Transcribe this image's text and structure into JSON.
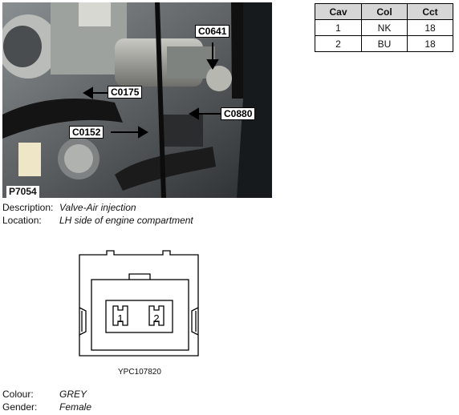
{
  "photo": {
    "id_label": "P7054",
    "callouts": [
      {
        "key": "c0641",
        "label": "C0641"
      },
      {
        "key": "c0175",
        "label": "C0175"
      },
      {
        "key": "c0880",
        "label": "C0880"
      },
      {
        "key": "c0152",
        "label": "C0152"
      }
    ]
  },
  "pin_table": {
    "headers": [
      "Cav",
      "Col",
      "Cct"
    ],
    "rows": [
      {
        "cav": "1",
        "col": "NK",
        "cct": "18"
      },
      {
        "cav": "2",
        "col": "BU",
        "cct": "18"
      }
    ]
  },
  "info": {
    "description_label": "Description:",
    "description_value": "Valve-Air injection",
    "location_label": "Location:",
    "location_value": "LH side of engine compartment",
    "colour_label": "Colour:",
    "colour_value": "GREY",
    "gender_label": "Gender:",
    "gender_value": "Female"
  },
  "connector": {
    "pin1": "1",
    "pin2": "2",
    "part_number": "YPC107820"
  }
}
